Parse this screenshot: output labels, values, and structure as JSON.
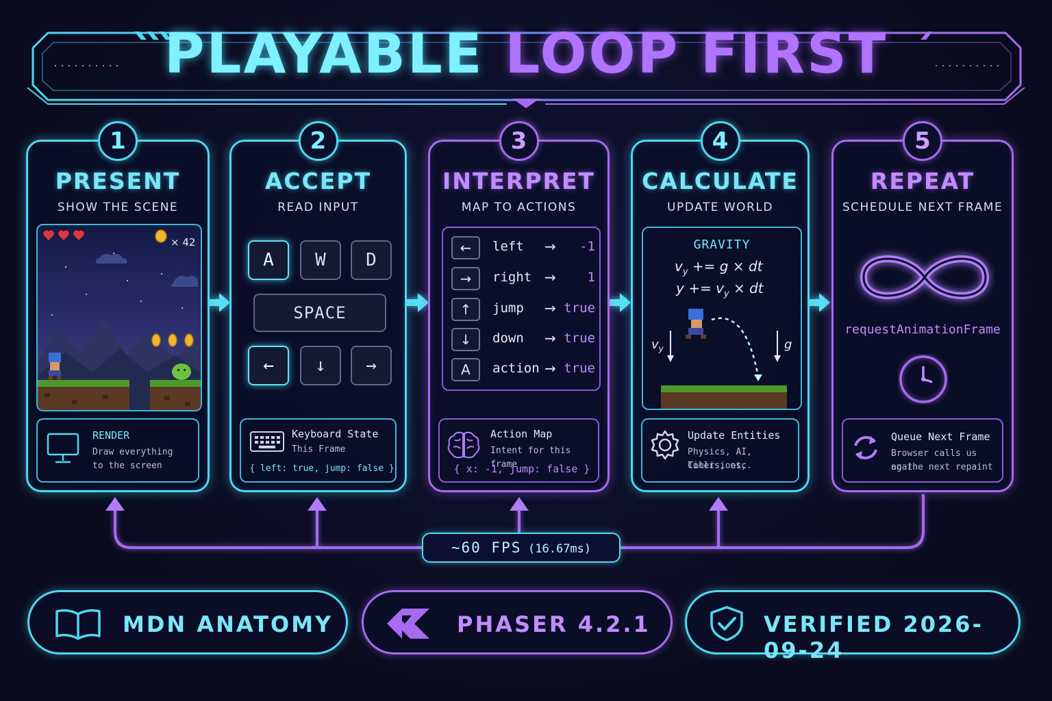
{
  "title": {
    "part1": "PLAYABLE",
    "part2": "LOOP FIRST"
  },
  "steps": [
    {
      "number": "1",
      "title": "PRESENT",
      "subtitle": "SHOW THE SCENE",
      "coin_count": "× 42",
      "footer": {
        "title": "RENDER",
        "line1": "Draw everything",
        "line2": "to the screen"
      }
    },
    {
      "number": "2",
      "title": "ACCEPT",
      "subtitle": "READ INPUT",
      "keys": {
        "a": "A",
        "w": "W",
        "d": "D",
        "space": "SPACE",
        "left": "←",
        "down": "↓",
        "right": "→"
      },
      "footer": {
        "title": "Keyboard State",
        "line1": "This Frame",
        "code": "{ left: true, jump: false }"
      }
    },
    {
      "number": "3",
      "title": "INTERPRET",
      "subtitle": "MAP TO ACTIONS",
      "actions": [
        {
          "key": "←",
          "name": "left",
          "value": "-1"
        },
        {
          "key": "→",
          "name": "right",
          "value": "1"
        },
        {
          "key": "↑",
          "name": "jump",
          "value": "true"
        },
        {
          "key": "↓",
          "name": "down",
          "value": "true"
        },
        {
          "key": "A",
          "name": "action",
          "value": "true"
        }
      ],
      "arrow_glyph": "→",
      "footer": {
        "title": "Action Map",
        "line1": "Intent for this frame",
        "code": "{ x: -1, jump: false }"
      }
    },
    {
      "number": "4",
      "title": "CALCULATE",
      "subtitle": "UPDATE WORLD",
      "gravity": {
        "label": "GRAVITY",
        "eq1_lhs": "v",
        "eq1_sub": "y",
        "eq1_rhs": " += g × dt",
        "eq2_lhs": "y",
        "eq2_rhs": "  += v",
        "eq2_sub": "y",
        "eq2_end": " × dt",
        "vy_label": "v",
        "vy_sub": "y",
        "g_label": "g"
      },
      "footer": {
        "title": "Update Entities",
        "line1": "Physics, AI, Collisions,",
        "line2": "Timers, etc."
      }
    },
    {
      "number": "5",
      "title": "REPEAT",
      "subtitle": "SCHEDULE NEXT FRAME",
      "api": "requestAnimationFrame",
      "footer": {
        "title": "Queue Next Frame",
        "line1": "Browser calls us again",
        "line2": "on the next repaint"
      }
    }
  ],
  "fps": {
    "main": "~60 FPS",
    "detail": "(16.67ms)"
  },
  "badges": [
    {
      "label": "MDN ANATOMY",
      "icon": "book-icon"
    },
    {
      "label": "PHASER 4.2.1",
      "icon": "phaser-logo-icon"
    },
    {
      "label": "VERIFIED 2026-09-24",
      "icon": "shield-check-icon"
    }
  ],
  "colors": {
    "cyan": "#4fd8ef",
    "purple": "#a66bf0",
    "background": "#0a0b1f"
  }
}
